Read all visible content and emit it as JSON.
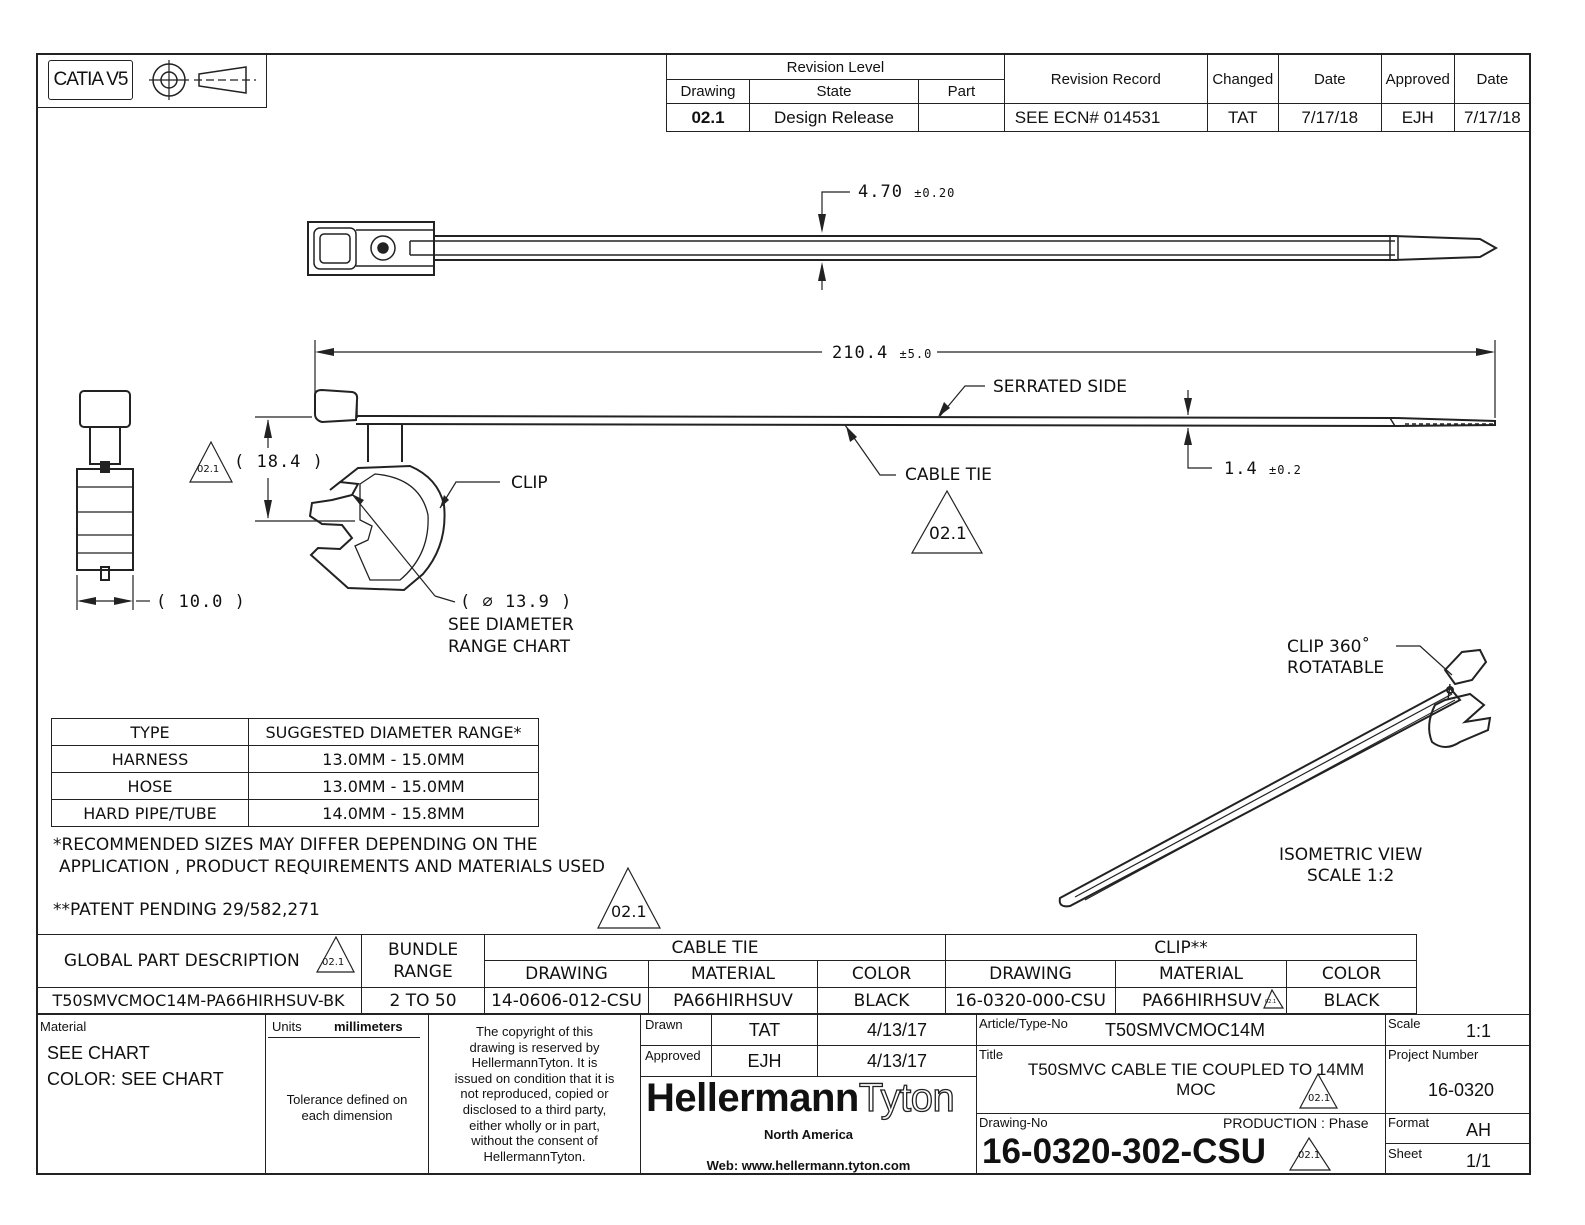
{
  "header": {
    "cad_label": "CATIA V5"
  },
  "revision": {
    "level_title": "Revision Level",
    "headers": {
      "drawing": "Drawing",
      "state": "State",
      "part": "Part",
      "record": "Revision Record",
      "changed": "Changed",
      "date": "Date",
      "approved": "Approved",
      "date2": "Date"
    },
    "row": {
      "drawing": "02.1",
      "state": "Design Release",
      "part": "",
      "record": "SEE ECN#  014531",
      "changed": "TAT",
      "date": "7/17/18",
      "approved": "EJH",
      "date2": "7/17/18"
    }
  },
  "dimensions": {
    "thickness": "4.70",
    "thickness_tol": "±0.20",
    "length": "210.4",
    "length_tol": "±5.0",
    "height": "( 18.4 )",
    "width": "( 10.0 )",
    "diameter": "( ∅  13.9 )",
    "tie_thickness": "1.4",
    "tie_thickness_tol": "±0.2"
  },
  "callouts": {
    "serrated": "SERRATED SIDE",
    "cable_tie": "CABLE TIE",
    "clip": "CLIP",
    "diameter_note_1": "SEE DIAMETER",
    "diameter_note_2": "RANGE CHART",
    "clip360_1": "CLIP 360˚",
    "clip360_2": "ROTATABLE",
    "iso_1": "ISOMETRIC VIEW",
    "iso_2": "SCALE 1:2",
    "rev_tag": "02.1"
  },
  "range_table": {
    "headers": [
      "TYPE",
      "SUGGESTED DIAMETER RANGE*"
    ],
    "rows": [
      [
        "HARNESS",
        "13.0MM - 15.0MM"
      ],
      [
        "HOSE",
        "13.0MM - 15.0MM"
      ],
      [
        "HARD PIPE/TUBE",
        "14.0MM - 15.8MM"
      ]
    ]
  },
  "notes": {
    "recommended_1": "*RECOMMENDED SIZES MAY DIFFER DEPENDING ON THE",
    "recommended_2": "APPLICATION , PRODUCT REQUIREMENTS AND MATERIALS USED",
    "patent": "**PATENT PENDING 29/582,271"
  },
  "parts_table": {
    "global_desc": "GLOBAL PART DESCRIPTION",
    "bundle_1": "BUNDLE",
    "bundle_2": "RANGE",
    "cable_tie": "CABLE TIE",
    "clip": "CLIP**",
    "drawing": "DRAWING",
    "material": "MATERIAL",
    "color": "COLOR",
    "row": {
      "part": "T50SMVCMOC14M-PA66HIRHSUV-BK",
      "range": "2 TO 50",
      "tie_drawing": "14-0606-012-CSU",
      "tie_material": "PA66HIRHSUV",
      "tie_color": "BLACK",
      "clip_drawing": "16-0320-000-CSU",
      "clip_material": "PA66HIRHSUV",
      "clip_color": "BLACK"
    }
  },
  "title_block": {
    "material_label": "Material",
    "material_1": "SEE CHART",
    "material_2": "COLOR: SEE CHART",
    "units_label": "Units",
    "units": "millimeters",
    "tolerance_1": "Tolerance defined on",
    "tolerance_2": "each dimension",
    "copyright": [
      "The copyright of this",
      "drawing is reserved by",
      "HellermannTyton.  It is",
      "issued on condition that it is",
      "not reproduced, copied or",
      "disclosed to a third party,",
      "either wholly or in part,",
      "without the consent of",
      "HellermannTyton."
    ],
    "drawn_label": "Drawn",
    "drawn_by": "TAT",
    "drawn_date": "4/13/17",
    "approved_label": "Approved",
    "approved_by": "EJH",
    "approved_date": "4/13/17",
    "logo_a": "Hellermann",
    "logo_b": "Tyton",
    "region": "North America",
    "web": "Web: www.hellermann.tyton.com",
    "article_label": "Article/Type-No",
    "article": "T50SMVCMOC14M",
    "title_label": "Title",
    "title_1": "T50SMVC CABLE TIE COUPLED TO 14MM",
    "title_2": "MOC",
    "drawing_no_label": "Drawing-No",
    "phase": "PRODUCTION  : Phase",
    "drawing_no": "16-0320-302-CSU",
    "scale_label": "Scale",
    "scale": "1:1",
    "project_label": "Project Number",
    "project": "16-0320",
    "format_label": "Format",
    "format": "AH",
    "sheet_label": "Sheet",
    "sheet": "1/1"
  }
}
